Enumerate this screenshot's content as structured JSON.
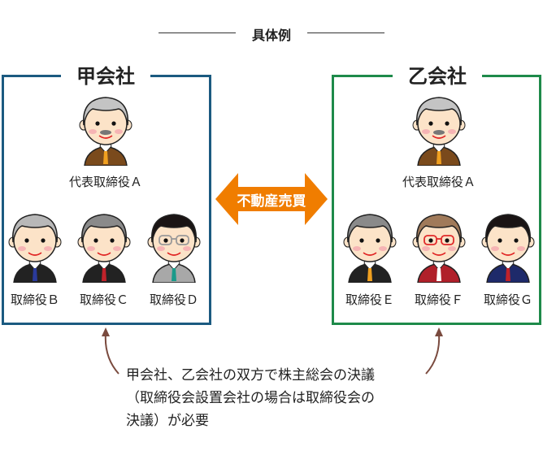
{
  "header": "具体例",
  "left_company": {
    "name": "甲会社",
    "color": "#1b5a80",
    "people": [
      {
        "label": "代表取締役Ａ",
        "hair": "#c4c4c4",
        "suit": "#7a4a1c",
        "tie": "#f0a020",
        "beard": true
      },
      {
        "label": "取締役Ｂ",
        "hair": "#b8b8b8",
        "suit": "#222222",
        "tie": "#2a3a9a"
      },
      {
        "label": "取締役Ｃ",
        "hair": "#8a8a8a",
        "suit": "#222222",
        "tie": "#c0222a"
      },
      {
        "label": "取締役Ｄ",
        "hair": "#1a1414",
        "suit": "#a8a8a8",
        "tie": "#1a9a8a",
        "glasses": "#999999"
      }
    ]
  },
  "right_company": {
    "name": "乙会社",
    "color": "#1e8a4a",
    "people": [
      {
        "label": "代表取締役Ａ",
        "hair": "#c4c4c4",
        "suit": "#7a4a1c",
        "tie": "#f0a020",
        "beard": true
      },
      {
        "label": "取締役Ｅ",
        "hair": "#8a8a8a",
        "suit": "#222222",
        "tie": "#f0a020"
      },
      {
        "label": "取締役Ｆ",
        "hair": "#a07a5a",
        "suit": "#b0202a",
        "tie": "#ffffff",
        "glasses": "#e02a2a"
      },
      {
        "label": "取締役Ｇ",
        "hair": "#1a1414",
        "suit": "#1e2a6a",
        "tie": "#c0222a"
      }
    ]
  },
  "transaction": {
    "label": "不動産売買",
    "color": "#f07d00"
  },
  "note": {
    "lines": [
      "甲会社、乙会社の双方で株主総会の決議",
      "（取締役会設置会社の場合は取締役会の",
      "決議）が必要"
    ],
    "arrow_color": "#7a4a3e"
  }
}
